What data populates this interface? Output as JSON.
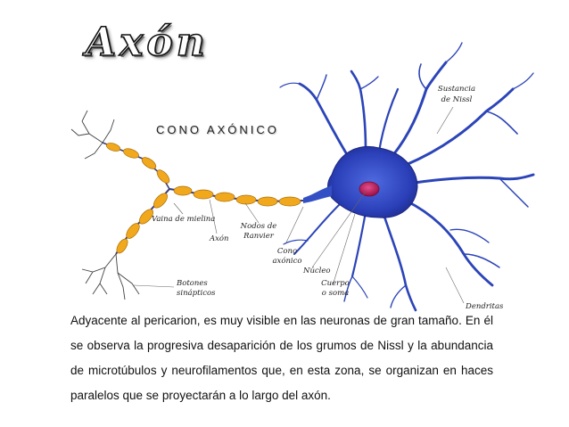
{
  "title": "Axón",
  "subtitle": "CONO AXÓNICO",
  "labels": {
    "sustancia_line1": "Sustancia",
    "sustancia_line2": "de Nissl",
    "vaina": "Vaina de mielina",
    "axon": "Axón",
    "nodos_line1": "Nodos de",
    "nodos_line2": "Ranvier",
    "cono_line1": "Cono",
    "cono_line2": "axónico",
    "nucleo": "Núcleo",
    "cuerpo_line1": "Cuerpo",
    "cuerpo_line2": "o soma",
    "dendritas": "Dendritas",
    "botones_line1": "Botones",
    "botones_line2": "sinápticos"
  },
  "description": "Adyacente al pericarion, es muy visible en las neuronas de gran tamaño. En él se observa la progresiva desaparición de los grumos de Nissl y la abundancia de microtúbulos y neurofilamentos que, en esta zona, se organizan en haces paralelos que se proyectarán a lo largo del axón.",
  "colors": {
    "soma": "#2a3fb8",
    "nucleus": "#c2185b",
    "myelin": "#f2a81c",
    "axon": "#3c3c78"
  }
}
